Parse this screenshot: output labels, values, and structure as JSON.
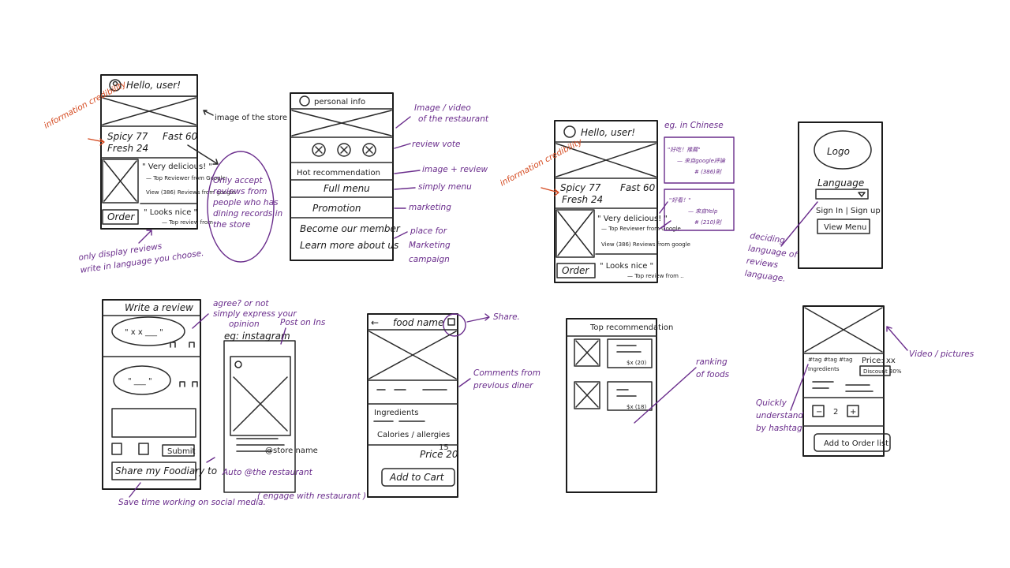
{
  "colors": {
    "ink": "#2a2a2a",
    "annotation": "#6a2d8c",
    "credibility": "#d4491f",
    "paper": "#ffffff"
  },
  "s1": {
    "greeting": "Hello, user!",
    "spicy": "Spicy 77",
    "fast": "Fast 60",
    "fresh": "Fresh 24",
    "review1": "\" Very delicious! \"",
    "review1_src": "— Top Reviewer from Google",
    "review1_view": "View (386) Reviews from google",
    "review2": "\" Looks nice \"",
    "review2_src": "— Top review from ..",
    "order": "Order",
    "ann_image": "image of the store",
    "ann_cred": "information credibility",
    "ann_accept": "Only accept reviews from people who has dining records in the store",
    "ann_display": "only display reviews write in language you choose."
  },
  "s2": {
    "personal": "personal info",
    "hot": "Hot recommendation",
    "full": "Full menu",
    "promo": "Promotion",
    "member": "Become our member",
    "learn": "Learn more about us",
    "ann_image": "Image / video of the restaurant",
    "ann_vote": "review vote",
    "ann_img_review": "image + review",
    "ann_simply": "simply menu",
    "ann_marketing": "marketing",
    "ann_place": "place for Marketing campaign"
  },
  "s3": {
    "greeting": "Hello, user!",
    "spicy": "Spicy 77",
    "fast": "Fast 60",
    "fresh": "Fresh 24",
    "review1": "\" Very delicious! \"",
    "review1_src": "— Top Reviewer from Google",
    "review1_view": "View (386) Reviews from google",
    "review2": "\" Looks nice \"",
    "review2_src": "— Top review from ..",
    "order": "Order",
    "ann_cred": "information credibility",
    "ann_chinese": "eg. in Chinese",
    "cn1": "\"好吃！推薦\"",
    "cn1_src": "— 來自google評論",
    "cn1_view": "# (386)則",
    "cn2": "\"好看！\"",
    "cn2_src": "— 來自Yelp",
    "cn2_view": "# (210)則"
  },
  "s4": {
    "logo": "Logo",
    "language": "Language",
    "sign": "Sign In | Sign up",
    "view_menu": "View Menu",
    "ann_deciding": "deciding language of reviews language."
  },
  "s5": {
    "title": "Write a review",
    "quote1": "\" x x ___ \"",
    "quote2": "\" ___ \"",
    "submit": "Submit",
    "share": "Share my Foodiary to",
    "ann_agree": "agree? or not simply express your opinion",
    "ann_eg": "eg: instagram",
    "ann_posts": "Post on Ins",
    "ann_store": "@store name",
    "ann_auto": "Auto @the restaurant",
    "ann_save": "Save time working on social media.",
    "ann_engage": "( engage with restaurant )"
  },
  "s6": {
    "back": "←",
    "foodname": "food name",
    "ingredients": "Ingredients",
    "calories": "Calories / allergies",
    "price": "Price 20",
    "price_new": "15",
    "add": "Add to Cart",
    "ann_share": "Share.",
    "ann_comments": "Comments from previous diner"
  },
  "s7": {
    "title": "Top recommendation",
    "price1": "$x (20)",
    "price2": "$x (18)",
    "ann_ranking": "ranking of foods"
  },
  "s8": {
    "tags": "#tag #tag #tag",
    "price": "Price: xx",
    "ingredients": "Ingredients",
    "discount": "Discount 30%",
    "qty": "2",
    "minus": "−",
    "plus": "+",
    "add": "Add to Order list",
    "ann_video": "Video / pictures",
    "ann_quickly": "Quickly understand by hashtag"
  }
}
